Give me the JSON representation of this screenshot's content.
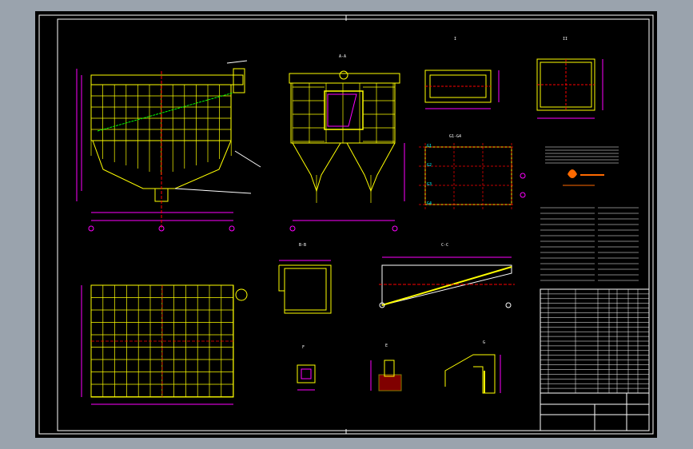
{
  "drawing": {
    "background": "#000000",
    "frame_color": "#ffffff",
    "part_color": "#ffff00",
    "dim_color": "#ff00ff",
    "centerline_color": "#ff0000",
    "accent_color": "#00ff00",
    "leader_color": "#00ffff",
    "views": [
      {
        "id": "front-elevation",
        "label": ""
      },
      {
        "id": "side-elevation",
        "label": "A-A"
      },
      {
        "id": "detail-top-right-1",
        "label": "I"
      },
      {
        "id": "detail-top-right-2",
        "label": "II"
      },
      {
        "id": "grid-plan",
        "label": "G1-G4"
      },
      {
        "id": "plan-view",
        "label": ""
      },
      {
        "id": "detail-b",
        "label": "B-B"
      },
      {
        "id": "detail-c",
        "label": "C-C"
      },
      {
        "id": "detail-e",
        "label": "E"
      },
      {
        "id": "detail-f",
        "label": "F"
      },
      {
        "id": "detail-g",
        "label": "G"
      }
    ],
    "grid_labels": [
      "G1",
      "G2",
      "G3",
      "G4"
    ],
    "title_block": {
      "rows": 22
    }
  }
}
